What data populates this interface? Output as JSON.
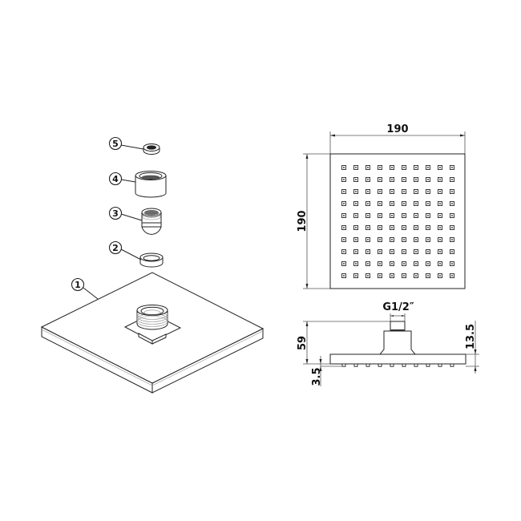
{
  "diagram": {
    "title": "Square shower head technical drawing",
    "exploded_view": {
      "callouts": [
        {
          "id": "5",
          "label": "5",
          "part": "washer"
        },
        {
          "id": "4",
          "label": "4",
          "part": "nut"
        },
        {
          "id": "3",
          "label": "3",
          "part": "ball-joint"
        },
        {
          "id": "2",
          "label": "2",
          "part": "ring"
        },
        {
          "id": "1",
          "label": "1",
          "part": "shower-plate"
        }
      ]
    },
    "top_view": {
      "width_label": "190",
      "height_label": "190",
      "nozzle_rows": 10,
      "nozzle_cols": 10
    },
    "side_view": {
      "thread_label": "G1/2″",
      "height_label": "59",
      "plate_thickness_label": "13.5",
      "nozzle_height_label": "3.5",
      "nozzle_count": 10
    },
    "colors": {
      "line": "#222222",
      "dimension": "#555555",
      "background": "#ffffff"
    }
  }
}
